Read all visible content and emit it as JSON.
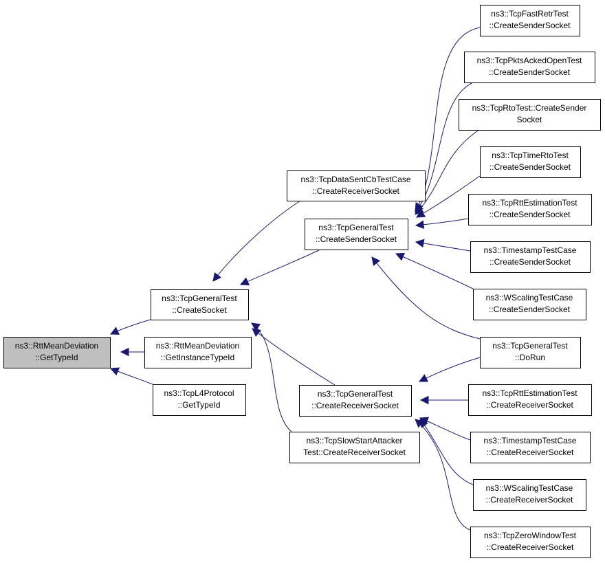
{
  "colors": {
    "edge": "#191970",
    "node_fill": "#ffffff",
    "root_fill": "#bfbfbf",
    "border": "#000000"
  },
  "nodes": {
    "root": {
      "lines": [
        "ns3::RttMeanDeviation",
        "::GetTypeId"
      ]
    },
    "gen_sock": {
      "lines": [
        "ns3::TcpGeneralTest",
        "::CreateSocket"
      ]
    },
    "rtt_inst": {
      "lines": [
        "ns3::RttMeanDeviation",
        "::GetInstanceTypeId"
      ]
    },
    "l4": {
      "lines": [
        "ns3::TcpL4Protocol",
        "::GetTypeId"
      ]
    },
    "data_sent": {
      "lines": [
        "ns3::TcpDataSentCbTestCase",
        "::CreateReceiverSocket"
      ]
    },
    "gen_sender": {
      "lines": [
        "ns3::TcpGeneralTest",
        "::CreateSenderSocket"
      ]
    },
    "gen_recv": {
      "lines": [
        "ns3::TcpGeneralTest",
        "::CreateReceiverSocket"
      ]
    },
    "slow_start": {
      "lines": [
        "ns3::TcpSlowStartAttacker",
        "Test::CreateReceiverSocket"
      ]
    },
    "fast_retr": {
      "lines": [
        "ns3::TcpFastRetrTest",
        "::CreateSenderSocket"
      ]
    },
    "pkts_acked": {
      "lines": [
        "ns3::TcpPktsAckedOpenTest",
        "::CreateSenderSocket"
      ]
    },
    "rto_test": {
      "lines": [
        "ns3::TcpRtoTest::CreateSender",
        "Socket"
      ]
    },
    "time_rto": {
      "lines": [
        "ns3::TcpTimeRtoTest",
        "::CreateSenderSocket"
      ]
    },
    "rtt_est_s": {
      "lines": [
        "ns3::TcpRttEstimationTest",
        "::CreateSenderSocket"
      ]
    },
    "ts_s": {
      "lines": [
        "ns3::TimestampTestCase",
        "::CreateSenderSocket"
      ]
    },
    "ws_s": {
      "lines": [
        "ns3::WScalingTestCase",
        "::CreateSenderSocket"
      ]
    },
    "do_run": {
      "lines": [
        "ns3::TcpGeneralTest",
        "::DoRun"
      ]
    },
    "rtt_est_r": {
      "lines": [
        "ns3::TcpRttEstimationTest",
        "::CreateReceiverSocket"
      ]
    },
    "ts_r": {
      "lines": [
        "ns3::TimestampTestCase",
        "::CreateReceiverSocket"
      ]
    },
    "ws_r": {
      "lines": [
        "ns3::WScalingTestCase",
        "::CreateReceiverSocket"
      ]
    },
    "zero_win": {
      "lines": [
        "ns3::TcpZeroWindowTest",
        "::CreateReceiverSocket"
      ]
    }
  },
  "edges": [
    {
      "from": "gen_sock",
      "to": "root"
    },
    {
      "from": "rtt_inst",
      "to": "root"
    },
    {
      "from": "l4",
      "to": "root"
    },
    {
      "from": "data_sent",
      "to": "gen_sock"
    },
    {
      "from": "gen_sender",
      "to": "gen_sock"
    },
    {
      "from": "gen_recv",
      "to": "gen_sock"
    },
    {
      "from": "slow_start",
      "to": "gen_sock"
    },
    {
      "from": "fast_retr",
      "to": "gen_sender"
    },
    {
      "from": "pkts_acked",
      "to": "gen_sender"
    },
    {
      "from": "rto_test",
      "to": "gen_sender"
    },
    {
      "from": "time_rto",
      "to": "gen_sender"
    },
    {
      "from": "rtt_est_s",
      "to": "gen_sender"
    },
    {
      "from": "ts_s",
      "to": "gen_sender"
    },
    {
      "from": "ws_s",
      "to": "gen_sender"
    },
    {
      "from": "do_run",
      "to": "gen_sender"
    },
    {
      "from": "do_run",
      "to": "gen_recv"
    },
    {
      "from": "rtt_est_r",
      "to": "gen_recv"
    },
    {
      "from": "ts_r",
      "to": "gen_recv"
    },
    {
      "from": "ws_r",
      "to": "gen_recv"
    },
    {
      "from": "zero_win",
      "to": "gen_recv"
    }
  ]
}
